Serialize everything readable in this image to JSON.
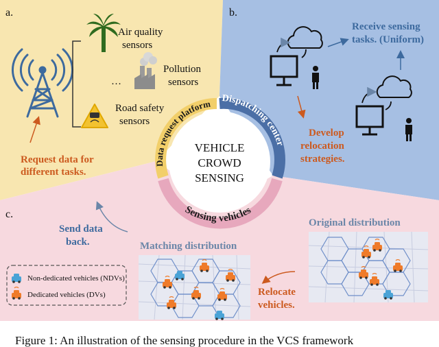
{
  "panels": {
    "a": {
      "letter": "a.",
      "bg": "#f8e6b0"
    },
    "b": {
      "letter": "b.",
      "bg": "#a6bfe3"
    },
    "c": {
      "letter": "c.",
      "bg": "#f7d9df"
    }
  },
  "sensors": {
    "air_line1": "Air quality",
    "air_line2": "sensors",
    "ellipsis": "…",
    "pollution_line1": "Pollution",
    "pollution_line2": "sensors",
    "road_line1": "Road safety",
    "road_line2": "sensors"
  },
  "request": {
    "line1": "Request data for",
    "line2": "different tasks."
  },
  "receive": {
    "line1": "Receive sensing",
    "line2": "tasks. (Uniform)"
  },
  "develop": {
    "line1": "Develop",
    "line2": "relocation",
    "line3": "strategies."
  },
  "center": {
    "line1": "VEHICLE",
    "line2": "CROWD",
    "line3": "SENSING"
  },
  "ring": {
    "data_request": "Data request platform",
    "dispatching": "Dispatching center",
    "sensing_vehicles": "Sensing vehicles"
  },
  "send": {
    "line1": "Send data",
    "line2": "back."
  },
  "original_distribution": "Original distribution",
  "matching_distribution": "Matching distribution",
  "relocate": {
    "line1": "Relocate",
    "line2": "vehicles."
  },
  "legend": {
    "ndv": "Non-dedicated vehicles (NDVs)",
    "dv": "Dedicated vehicles (DVs)"
  },
  "caption": "Figure 1: An illustration of the sensing procedure in the VCS framework",
  "colors": {
    "orange": "#cc5a1f",
    "blue": "#3d6a9e",
    "ring_yellow": "#f2cf6a",
    "ring_blue": "#4b6fa6",
    "ring_pink": "#e7a8bd",
    "ndv_vehicle": "#4aa3d6",
    "dv_vehicle": "#ef7b2a"
  },
  "icons": [
    "cell-tower-icon",
    "palm-tree-icon",
    "factory-icon",
    "warning-sign-icon",
    "cloud-icon",
    "monitor-icon",
    "person-icon",
    "car-icon"
  ]
}
